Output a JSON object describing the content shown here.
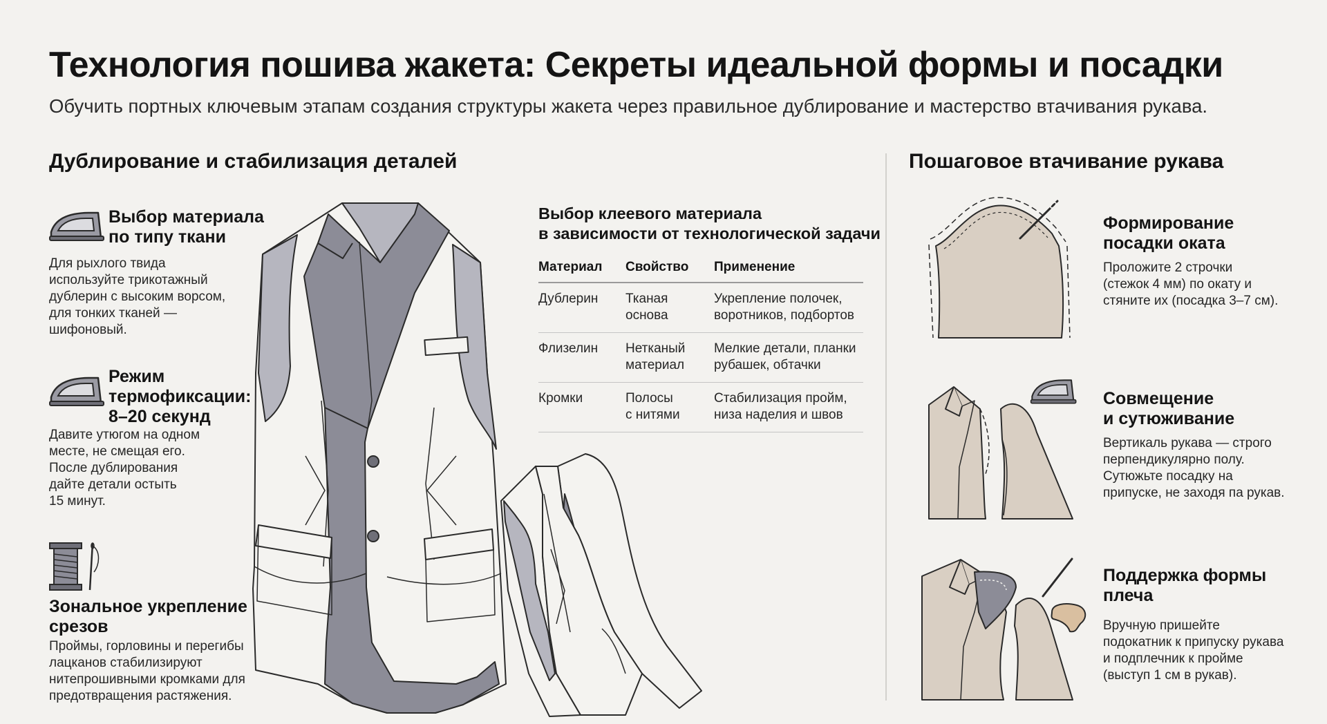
{
  "header": {
    "title": "Технология пошива жакета: Секреты идеальной формы и посадки",
    "subtitle": "Обучить портных ключевым этапам создания структуры жакета через правильное дублирование и мастерство втачивания рукава."
  },
  "left_section": {
    "title": "Дублирование и стабилизация деталей",
    "blocks": [
      {
        "title_lines": [
          "Выбор материала",
          "по типу ткани"
        ],
        "text_lines": [
          "Для рыхлого твида",
          "используйте трикотажный",
          "дублерин с высоким ворсом,",
          "для тонких тканей —",
          "шифоновый."
        ]
      },
      {
        "title_lines": [
          "Режим",
          "термофиксации:",
          "8–20 секунд"
        ],
        "text_lines": [
          "Давите утюгом на одном",
          "месте, не смещая его.",
          "После дублирования",
          "дайте детали остыть",
          "15 минут."
        ]
      },
      {
        "title_lines": [
          "Зональное укрепление",
          "срезов"
        ],
        "text_lines": [
          "Проймы, горловины и перегибы",
          "лацканов стабилизируют",
          "нитепрошивными кромками для",
          "предотвращения растяжения."
        ]
      }
    ]
  },
  "table": {
    "heading_lines": [
      "Выбор клеевого материала",
      "в зависимости от технологической задачи"
    ],
    "columns": [
      "Материал",
      "Свойство",
      "Применение"
    ],
    "rows": [
      {
        "material": "Дублерин",
        "property_lines": [
          "Тканая",
          "основа"
        ],
        "usage_lines": [
          "Укрепление полочек,",
          "воротников, подбортов"
        ]
      },
      {
        "material": "Флизелин",
        "property_lines": [
          "Нетканый",
          "материал"
        ],
        "usage_lines": [
          "Мелкие детали, планки",
          "рубашек, обтачки"
        ]
      },
      {
        "material": "Кромки",
        "property_lines": [
          "Полосы",
          "с нитями"
        ],
        "usage_lines": [
          "Стабилизация пройм,",
          "низа наделия и швов"
        ]
      }
    ]
  },
  "right_section": {
    "title": "Пошаговое втачивание рукава",
    "steps": [
      {
        "title_lines": [
          "Формирование",
          "посадки оката"
        ],
        "text_lines": [
          "Проложите 2 строчки",
          "(стежок 4 мм) по окату и",
          "стяните их (посадка 3–7 см)."
        ]
      },
      {
        "title_lines": [
          "Совмещение",
          "и сутюживание"
        ],
        "text_lines": [
          "Вертикаль рукава — строго",
          "перпендикулярно полу.",
          "Сутюжьте посадку на",
          "припуске, не заходя па рукав."
        ]
      },
      {
        "title_lines": [
          "Поддержка формы",
          "плеча"
        ],
        "text_lines": [
          "Вручную пришейте",
          "подокатник к припуску рукава",
          "и подплечник к пройме",
          "(выступ 1 см в рукав)."
        ]
      }
    ]
  },
  "colors": {
    "interfacing": "#8c8c97",
    "interfacing_light": "#b6b6bf",
    "fabric": "#d9cfc3",
    "outline": "#2a2a2a"
  },
  "icons": [
    "iron-icon",
    "iron-icon",
    "thread-spool-needle-icon",
    "needle-icon",
    "iron-icon",
    "needle-icon",
    "shoulder-pad-icon"
  ]
}
